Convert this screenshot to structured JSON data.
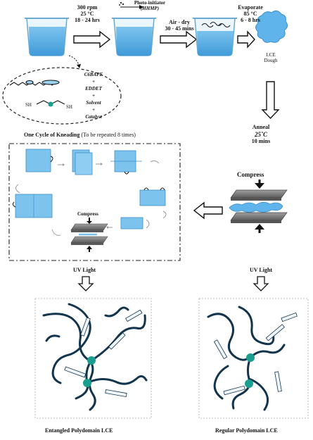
{
  "step1": {
    "line1": "300 rpm",
    "line2": "25 °C",
    "line3": "18 - 24 hrs"
  },
  "photo_initiator": {
    "line1": "Photo-initiator",
    "line2": "(HHMP)"
  },
  "step2": {
    "line1": "Air - dry",
    "line2": "30 - 45 mins"
  },
  "step3": {
    "line1": "Evaporate",
    "line2": "85 °C",
    "line3": "6 - 8 hrs"
  },
  "dough": {
    "line1": "LCE",
    "line2": "Dough"
  },
  "reagents": {
    "r1": "C6BAPE",
    "plus1": "+",
    "r2": "EDDET",
    "plus2": "+",
    "r3": "Solvent",
    "plus3": "+",
    "r4": "Catalyst"
  },
  "molecule": {
    "sh_left": "SH",
    "sh_right": "SH"
  },
  "kneading": {
    "title": "One Cycle of Kneading",
    "note": "(To be repeated 8 times)",
    "compress_label": "Compress"
  },
  "anneal": {
    "line1": "Anneal",
    "line2": "25˚C",
    "line3": "10 mins"
  },
  "press": {
    "compress_label": "Compress"
  },
  "uv_left": "UV Light",
  "uv_right": "UV Light",
  "result_left": "Entangled Polydomain LCE",
  "result_right": "Regular Polydomain LCE",
  "colors": {
    "liquid": "#63b3e6",
    "beaker": "#9ad0f0",
    "node": "#1a9e8f",
    "chain": "#12344d",
    "plate": "#7d7d7d"
  }
}
